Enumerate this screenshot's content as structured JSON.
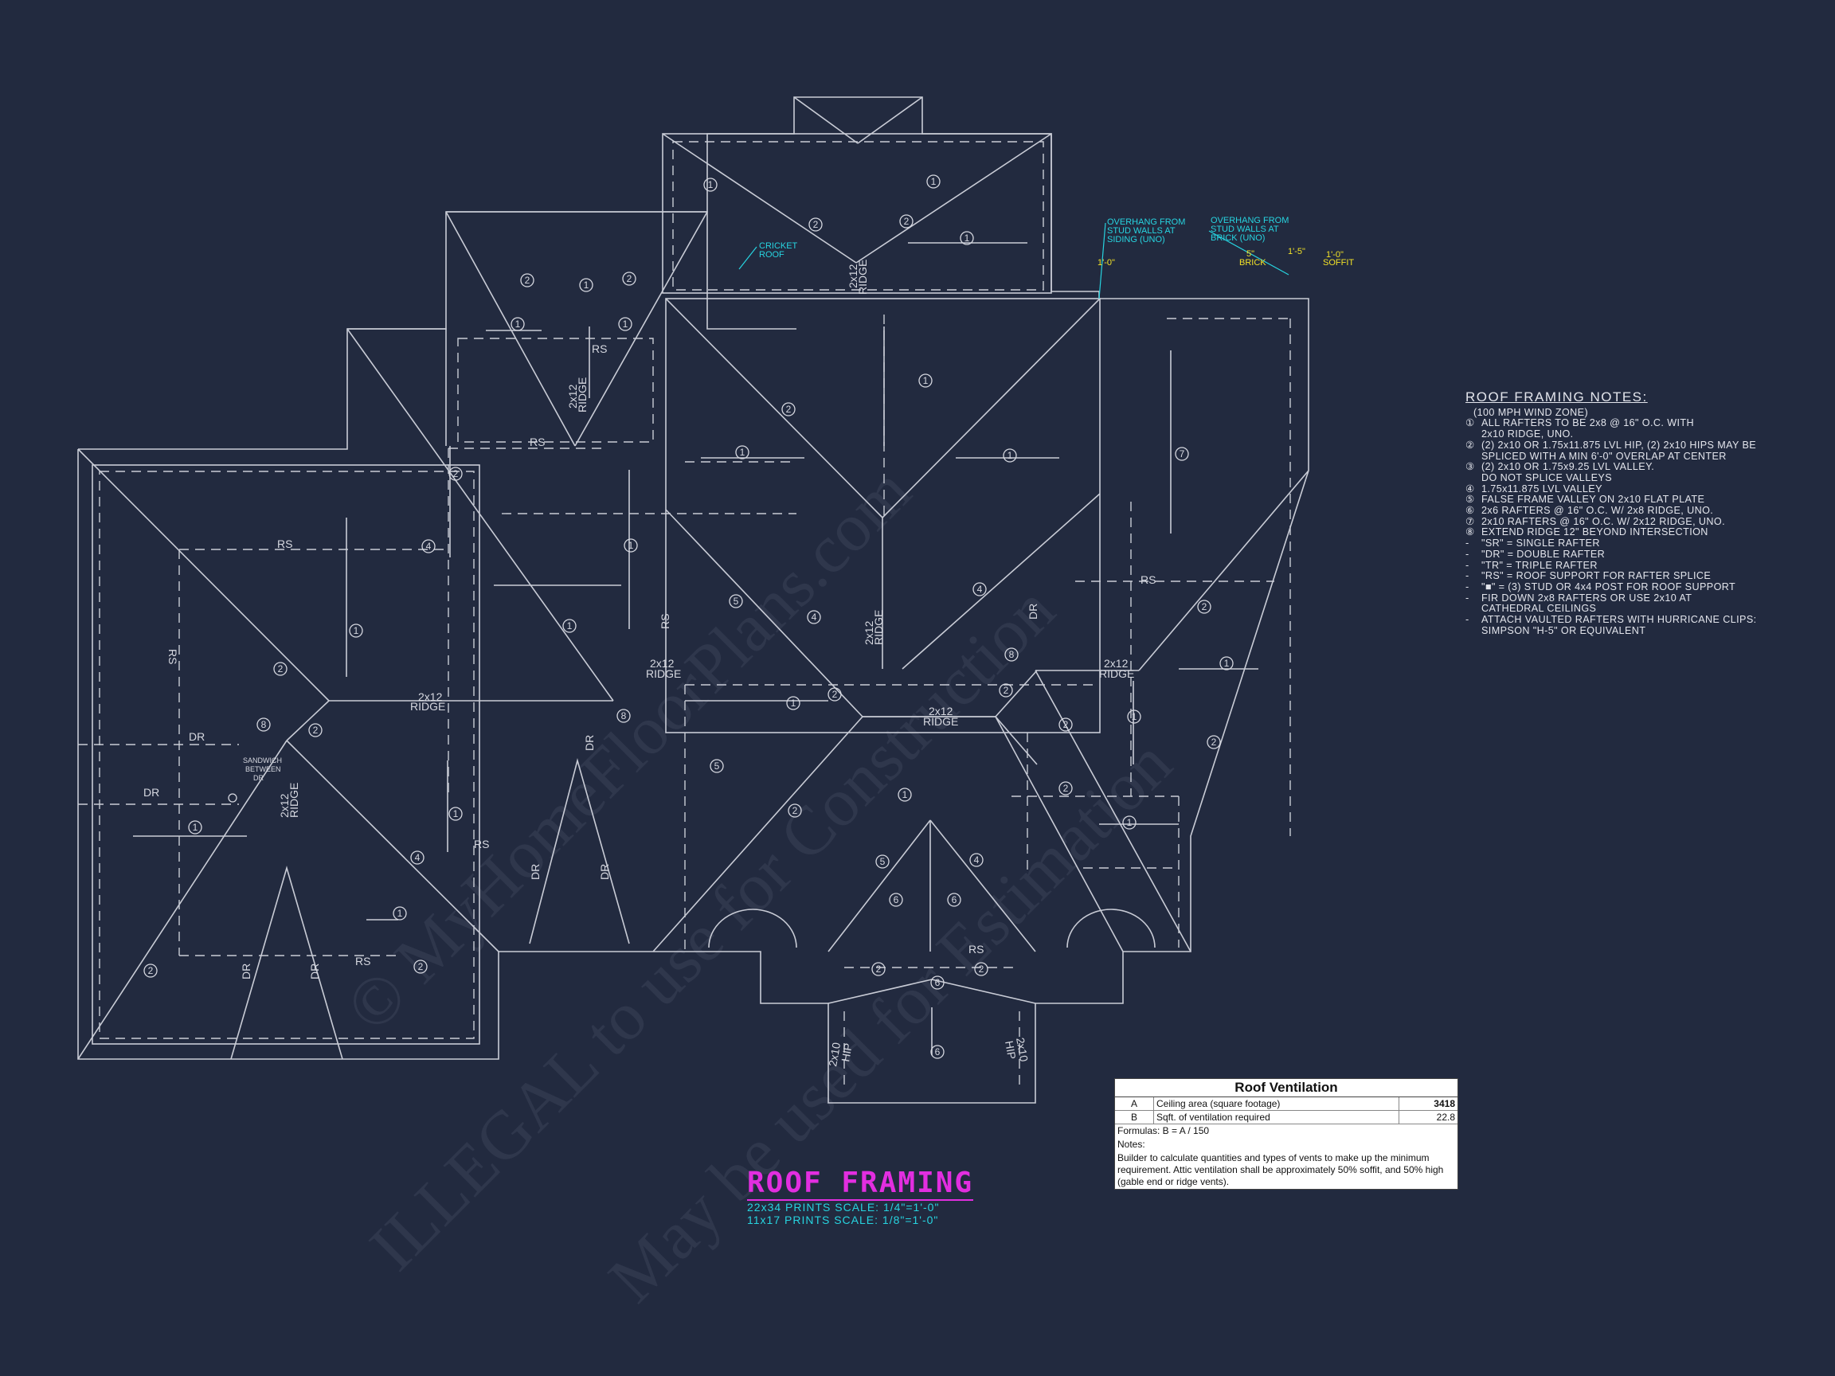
{
  "watermark": {
    "line1": "© MyHomeFloorPlans.com",
    "line2": "ILLEGAL to use for Construction",
    "line3": "May be used for Estimation"
  },
  "plan": {
    "labels": {
      "rs": "RS",
      "dr": "DR",
      "ridge": "RIDGE",
      "size_2x12": "2x12",
      "size_2x10": "2x10",
      "hip": "HIP"
    },
    "sandwich_note": [
      "SANDWICH",
      "BETWEEN",
      "DR"
    ],
    "cricket_note": [
      "CRICKET",
      "ROOF"
    ],
    "overhang_siding": [
      "OVERHANG FROM",
      "STUD WALLS AT",
      "SIDING (UNO)"
    ],
    "overhang_brick": [
      "OVERHANG FROM",
      "STUD WALLS AT",
      "BRICK (UNO)"
    ],
    "dim_1_0": "1'-0\"",
    "dim_1_5": "1'-5\"",
    "dim_5": "5\"",
    "brick": "BRICK",
    "soffit": "SOFFIT"
  },
  "notes": {
    "title": "ROOF FRAMING NOTES:",
    "subtitle": "(100 MPH WIND ZONE)",
    "items": [
      {
        "key": "①",
        "lines": [
          "ALL RAFTERS TO BE 2x8 @ 16\" O.C. WITH",
          "2x10 RIDGE, UNO."
        ]
      },
      {
        "key": "②",
        "lines": [
          "(2) 2x10 OR 1.75x11.875 LVL HIP, (2) 2x10 HIPS MAY BE",
          "SPLICED WITH A MIN 6'-0\" OVERLAP AT CENTER"
        ]
      },
      {
        "key": "③",
        "lines": [
          "(2) 2x10 OR 1.75x9.25 LVL VALLEY.",
          "DO NOT SPLICE VALLEYS"
        ]
      },
      {
        "key": "④",
        "lines": [
          "1.75x11.875 LVL VALLEY"
        ]
      },
      {
        "key": "⑤",
        "lines": [
          "FALSE FRAME VALLEY ON 2x10 FLAT PLATE"
        ]
      },
      {
        "key": "⑥",
        "lines": [
          "2x6 RAFTERS @ 16\" O.C. W/ 2x8 RIDGE, UNO."
        ]
      },
      {
        "key": "⑦",
        "lines": [
          "2x10 RAFTERS @ 16\" O.C. W/ 2x12 RIDGE, UNO."
        ]
      },
      {
        "key": "⑧",
        "lines": [
          "EXTEND RIDGE 12\" BEYOND INTERSECTION"
        ]
      },
      {
        "key": "-",
        "lines": [
          "\"SR\" = SINGLE RAFTER"
        ]
      },
      {
        "key": "-",
        "lines": [
          "\"DR\" = DOUBLE RAFTER"
        ]
      },
      {
        "key": "-",
        "lines": [
          "\"TR\" = TRIPLE RAFTER"
        ]
      },
      {
        "key": "-",
        "lines": [
          "\"RS\" = ROOF SUPPORT FOR RAFTER SPLICE"
        ]
      },
      {
        "key": "-",
        "lines": [
          "\"■\" = (3) STUD OR 4x4 POST FOR ROOF SUPPORT"
        ]
      },
      {
        "key": "-",
        "lines": [
          "FIR DOWN 2x8 RAFTERS OR USE 2x10 AT",
          "CATHEDRAL CEILINGS"
        ]
      },
      {
        "key": "-",
        "lines": [
          "ATTACH VAULTED RAFTERS WITH HURRICANE CLIPS:",
          "SIMPSON \"H-5\" OR EQUIVALENT"
        ]
      }
    ]
  },
  "ventilation": {
    "title": "Roof Ventilation",
    "rows": [
      {
        "id": "A",
        "label": "Ceiling area (square footage)",
        "value": "3418"
      },
      {
        "id": "B",
        "label": "Sqft. of ventilation required",
        "value": "22.8"
      }
    ],
    "formulas": "Formulas:   B = A / 150",
    "notes_label": "Notes:",
    "notes_text": "Builder to calculate quantities and types of vents to make up the minimum requirement. Attic ventilation shall be approximately 50% soffit, and 50% high (gable end or ridge vents)."
  },
  "title_block": {
    "title": "ROOF FRAMING",
    "scale1": "22x34 PRINTS SCALE: 1/4\"=1'-0\"",
    "scale2": "11x17 PRINTS SCALE: 1/8\"=1'-0\""
  },
  "colors": {
    "background": "#222a3f",
    "lines": "#c9ccd6",
    "title": "#e22ee0",
    "scale": "#27d4e0",
    "dimension": "#f2e227"
  }
}
